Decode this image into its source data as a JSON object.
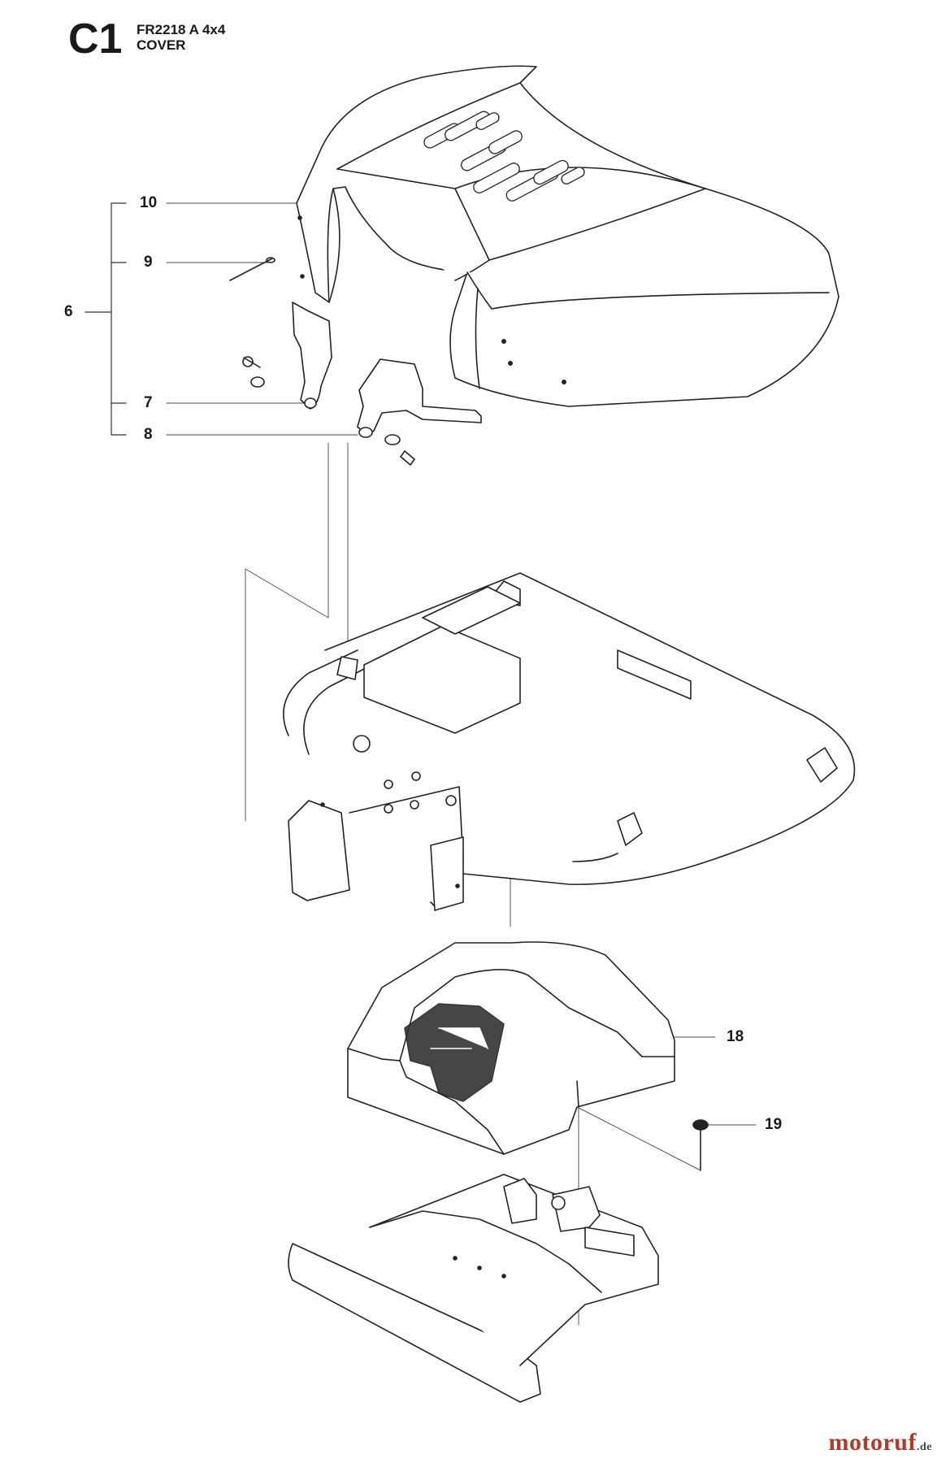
{
  "header": {
    "section_code": "C1",
    "model": "FR2218 A 4x4",
    "title": "COVER"
  },
  "callouts": [
    {
      "id": "10",
      "label": "10"
    },
    {
      "id": "9",
      "label": "9"
    },
    {
      "id": "6",
      "label": "6"
    },
    {
      "id": "7",
      "label": "7"
    },
    {
      "id": "8",
      "label": "8"
    },
    {
      "id": "18",
      "label": "18"
    },
    {
      "id": "19",
      "label": "19"
    }
  ],
  "watermark": {
    "main": "motoruf",
    "tld": ".de"
  }
}
